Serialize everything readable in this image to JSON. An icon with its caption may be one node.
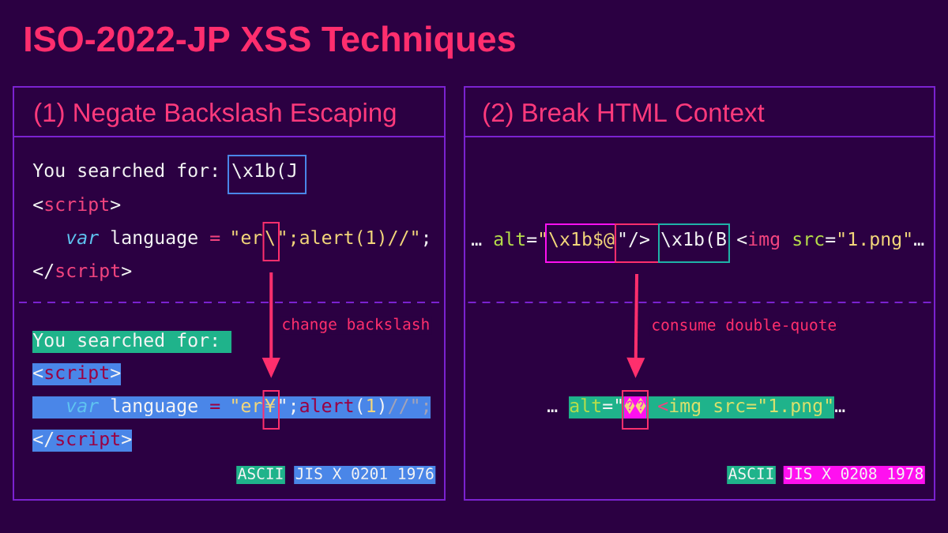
{
  "diagram": {
    "title": "ISO-2022-JP XSS Techniques",
    "nodes": [
      {
        "text": [
          "(1) Negate Backslash Escaping"
        ]
      },
      {
        "text": [
          "\\x1b(J"
        ],
        "in": 0
      },
      {
        "text": [
          "\\"
        ],
        "in": 0
      },
      {
        "text": [
          "¥"
        ],
        "in": 0
      },
      {
        "text": [
          "(2) Break HTML Context"
        ]
      },
      {
        "text": [
          "\\x1b$@"
        ],
        "in": 4
      },
      {
        "text": [
          "\"/>"
        ],
        "in": 4
      },
      {
        "text": [
          "\\x1b(B"
        ],
        "in": 4
      },
      {
        "text": [],
        "shape": "box",
        "in": 4
      }
    ],
    "edges": [
      {
        "from": 2,
        "to": 3,
        "arrow": "to",
        "label": "change backslash"
      },
      {
        "from": 6,
        "to": 8,
        "arrow": "to",
        "label": "consume double-quote"
      }
    ],
    "labels": [
      "You searched for:",
      "<",
      "script",
      ">",
      "var",
      "language",
      "=",
      "\"er",
      "\";alert(1)//\"",
      ";",
      "</",
      "script",
      ">",
      "You searched for:",
      "<",
      "script",
      ">",
      "var",
      "language",
      "=",
      "\"er",
      "\";",
      "alert",
      "(",
      "1",
      ")",
      "//\";",
      "</",
      "script",
      ">",
      "…",
      "alt",
      "=",
      "\"",
      "<",
      "img",
      "src",
      "=",
      "\"1.png\"",
      "…",
      "…",
      "alt",
      "=",
      "\"",
      "<",
      "img",
      "src",
      "=",
      "\"1.png\"",
      "…"
    ],
    "legend": [
      {
        "text": "ASCII",
        "color": "#1fb38b"
      },
      {
        "text": "JIS X 0201 1976",
        "color": "#4a86e8"
      },
      {
        "text": "ASCII",
        "color": "#1fb38b"
      },
      {
        "text": "JIS X 0208 1978",
        "color": "#ff10f0"
      }
    ]
  }
}
